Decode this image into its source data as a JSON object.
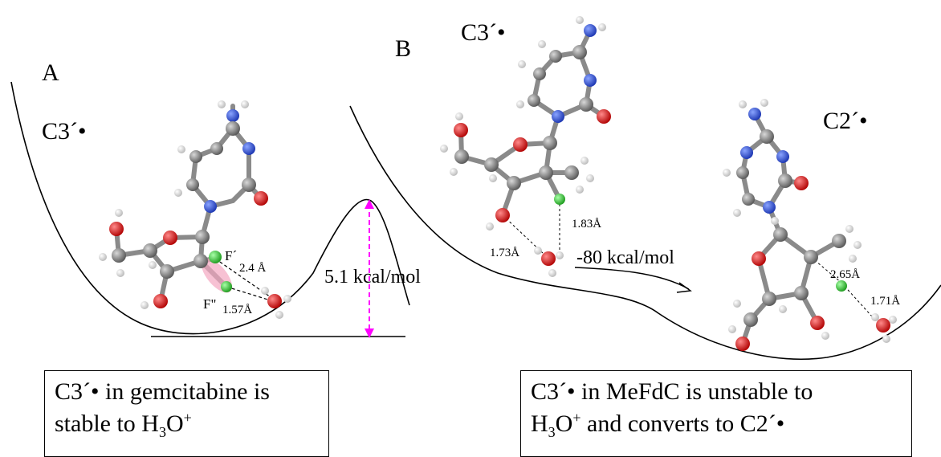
{
  "panels": {
    "a": {
      "letter": "A",
      "radical_label": "C3´•",
      "barrier_label": "5.1 kcal/mol",
      "atom_f_prime": "F´",
      "atom_f_double_prime": "F\"",
      "distance_1": "2.4 Å",
      "distance_2": "1.57Å",
      "caption_line1": "C3´• in gemcitabine is",
      "caption_line2_pre": "stable to H",
      "caption_sub": "3",
      "caption_mid": "O",
      "caption_sup": "+"
    },
    "b": {
      "letter": "B",
      "radical_label_left": "C3´•",
      "radical_label_right": "C2´•",
      "reaction_energy": "-80 kcal/mol",
      "distance_1": "1.83Å",
      "distance_2": "1.73Å",
      "distance_3": "2.65Å",
      "distance_4": "1.71Å",
      "caption_line1": "C3´• in MeFdC is unstable to",
      "caption_pre": "H",
      "caption_sub": "3",
      "caption_mid": "O",
      "caption_sup": "+",
      "caption_post": " and converts to C2´•"
    }
  },
  "colors": {
    "carbon": "#7a7a7a",
    "nitrogen": "#2b4fd6",
    "oxygen": "#e01010",
    "hydrogen": "#eeeeee",
    "fluorine": "#3cc43c",
    "barrier_arrow": "#ff00ff",
    "highlight": "#f4a6c0"
  }
}
